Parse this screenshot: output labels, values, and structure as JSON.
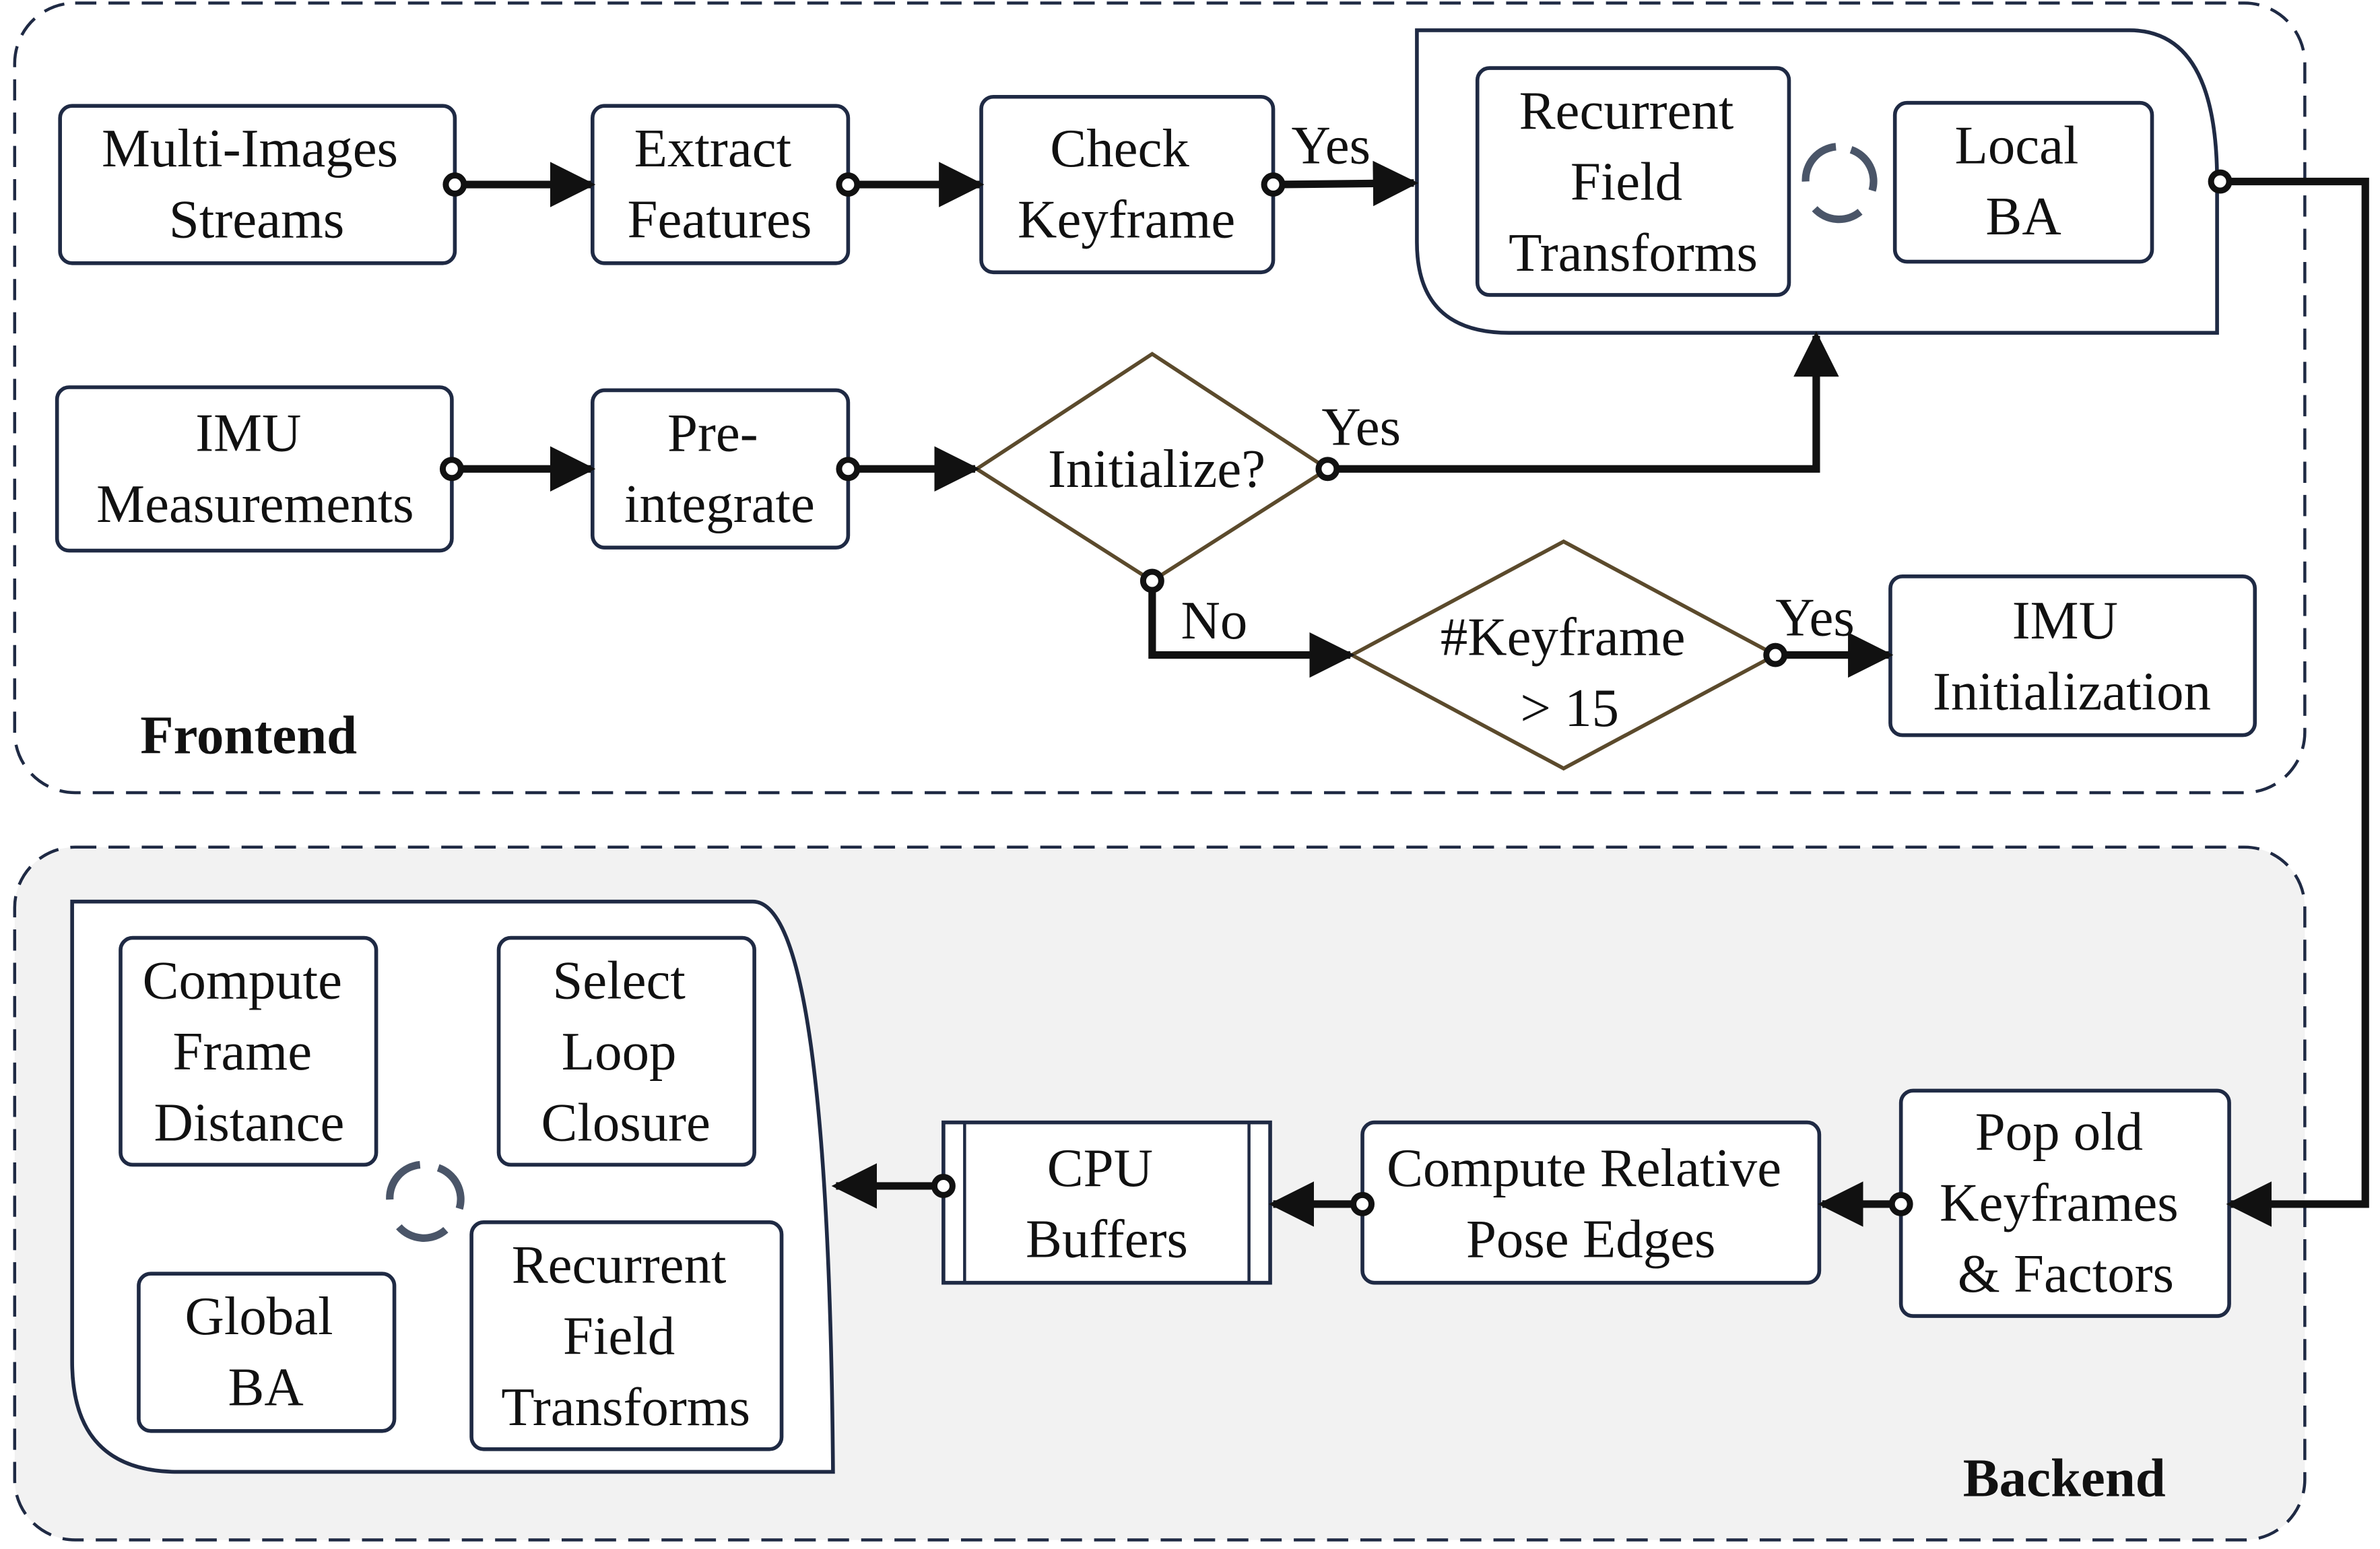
{
  "regions": {
    "frontend_label": "Frontend",
    "backend_label": "Backend"
  },
  "frontend": {
    "multi_images": [
      "Multi-Images",
      "Streams"
    ],
    "extract_features": [
      "Extract",
      "Features"
    ],
    "check_keyframe": [
      "Check",
      "Keyframe"
    ],
    "yes_check": "Yes",
    "recurrent_field": [
      "Recurrent",
      "Field",
      "Transforms"
    ],
    "local_ba": [
      "Local",
      "BA"
    ],
    "imu_measurements": [
      "IMU",
      "Measurements"
    ],
    "preintegrate": [
      "Pre-",
      "integrate"
    ],
    "initialize": "Initialize?",
    "yes_initialize": "Yes",
    "no_initialize": "No",
    "keyframe_count": [
      "#Keyframe",
      "> 15"
    ],
    "yes_keyframe": "Yes",
    "imu_initialization": [
      "IMU",
      "Initialization"
    ]
  },
  "backend": {
    "pop_old": [
      "Pop old",
      "Keyframes",
      "& Factors"
    ],
    "compute_relative": [
      "Compute Relative",
      "Pose Edges"
    ],
    "cpu_buffers": [
      "CPU",
      "Buffers"
    ],
    "compute_frame_distance": [
      "Compute",
      "Frame",
      "Distance"
    ],
    "select_loop_closure": [
      "Select",
      "Loop",
      "Closure"
    ],
    "global_ba": [
      "Global",
      "BA"
    ],
    "recurrent_field": [
      "Recurrent",
      "Field",
      "Transforms"
    ]
  },
  "colors": {
    "box_stroke": "#1f2a44",
    "diamond_stroke": "#5b4a2c",
    "backend_fill": "#f2f2f2",
    "connector": "#111111"
  }
}
